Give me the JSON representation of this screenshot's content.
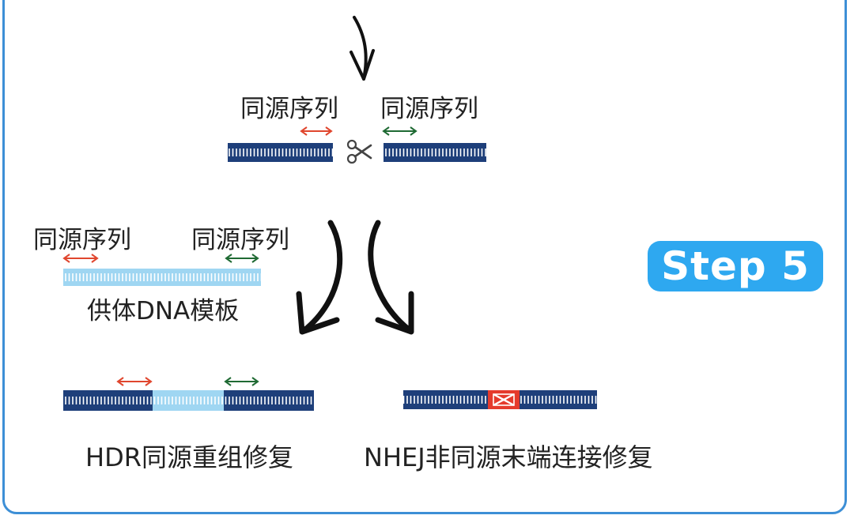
{
  "labels": {
    "homology_top_left": "同源序列",
    "homology_top_right": "同源序列",
    "homology_donor_left": "同源序列",
    "homology_donor_right": "同源序列",
    "donor_template": "供体DNA模板",
    "hdr": "HDR同源重组修复",
    "nhej": "NHEJ非同源末端连接修复"
  },
  "step_badge": "Step 5",
  "colors": {
    "frame": "#3d8fd6",
    "dna_dark": "#1e3f7a",
    "dna_light": "#9fd6f2",
    "arrow_left": "#e0462e",
    "arrow_right": "#1f6a33",
    "badge": "#2ea8f0",
    "nhej_mark": "#e53a2c"
  },
  "icons": {
    "scissors": "scissors-icon"
  }
}
